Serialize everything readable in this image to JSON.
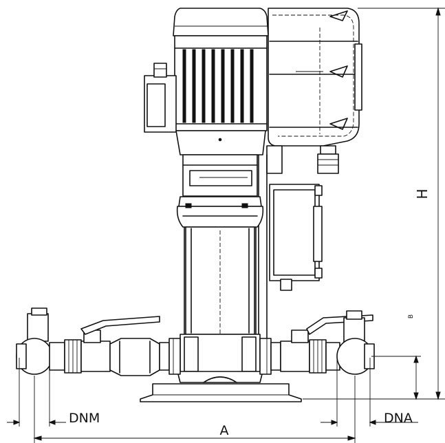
{
  "labels": {
    "height": "H",
    "width": "A",
    "base": "B",
    "dn_suction": "DNM",
    "dn_discharge": "DNA"
  }
}
